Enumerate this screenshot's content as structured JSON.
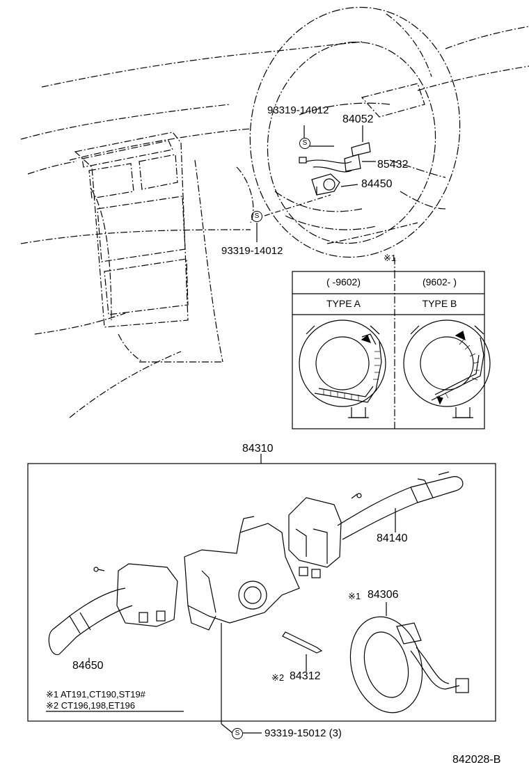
{
  "labels": {
    "bolt_upper": "93319-14012",
    "horn_wire": "84052",
    "connector": "85432",
    "horn_switch": "84450",
    "bolt_lower": "93319-14012",
    "ref_mark": "※1",
    "assembly": "84310",
    "wiper_switch": "84140",
    "spiral_cable": "84306",
    "spiral_cable_mark": "※1",
    "light_switch": "84650",
    "pin": "84312",
    "pin_mark": "※2",
    "screw_bottom": "93319-15012 (3)",
    "diagram_code": "842028-B"
  },
  "table": {
    "col_a_range": "(      -9602)",
    "col_b_range": "(9602-      )",
    "col_a_type": "TYPE A",
    "col_b_type": "TYPE B"
  },
  "notes": {
    "note1": "※1 AT191,CT190,ST19#",
    "note2": "※2 CT196,198,ET196"
  },
  "symbols": {
    "s_mark": "S"
  }
}
